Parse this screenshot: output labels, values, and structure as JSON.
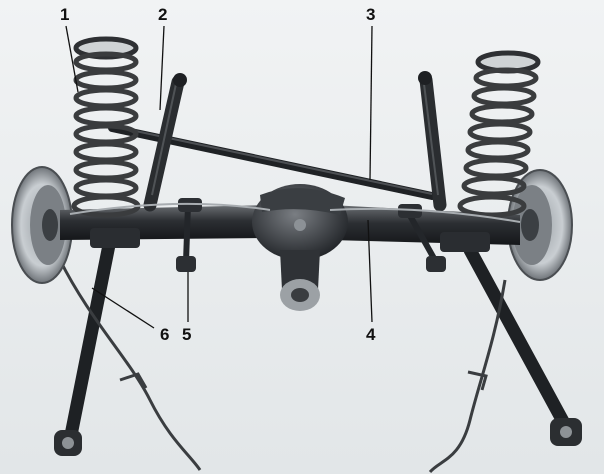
{
  "callouts": [
    {
      "id": "1",
      "text": "1"
    },
    {
      "id": "2",
      "text": "2"
    },
    {
      "id": "3",
      "text": "3"
    },
    {
      "id": "4",
      "text": "4"
    },
    {
      "id": "5",
      "text": "5"
    },
    {
      "id": "6",
      "text": "6"
    }
  ],
  "colors": {
    "background": "#e9ecee",
    "metal_dark": "#2a2d31",
    "spring": "#3a3c3e",
    "leader": "#111111"
  }
}
